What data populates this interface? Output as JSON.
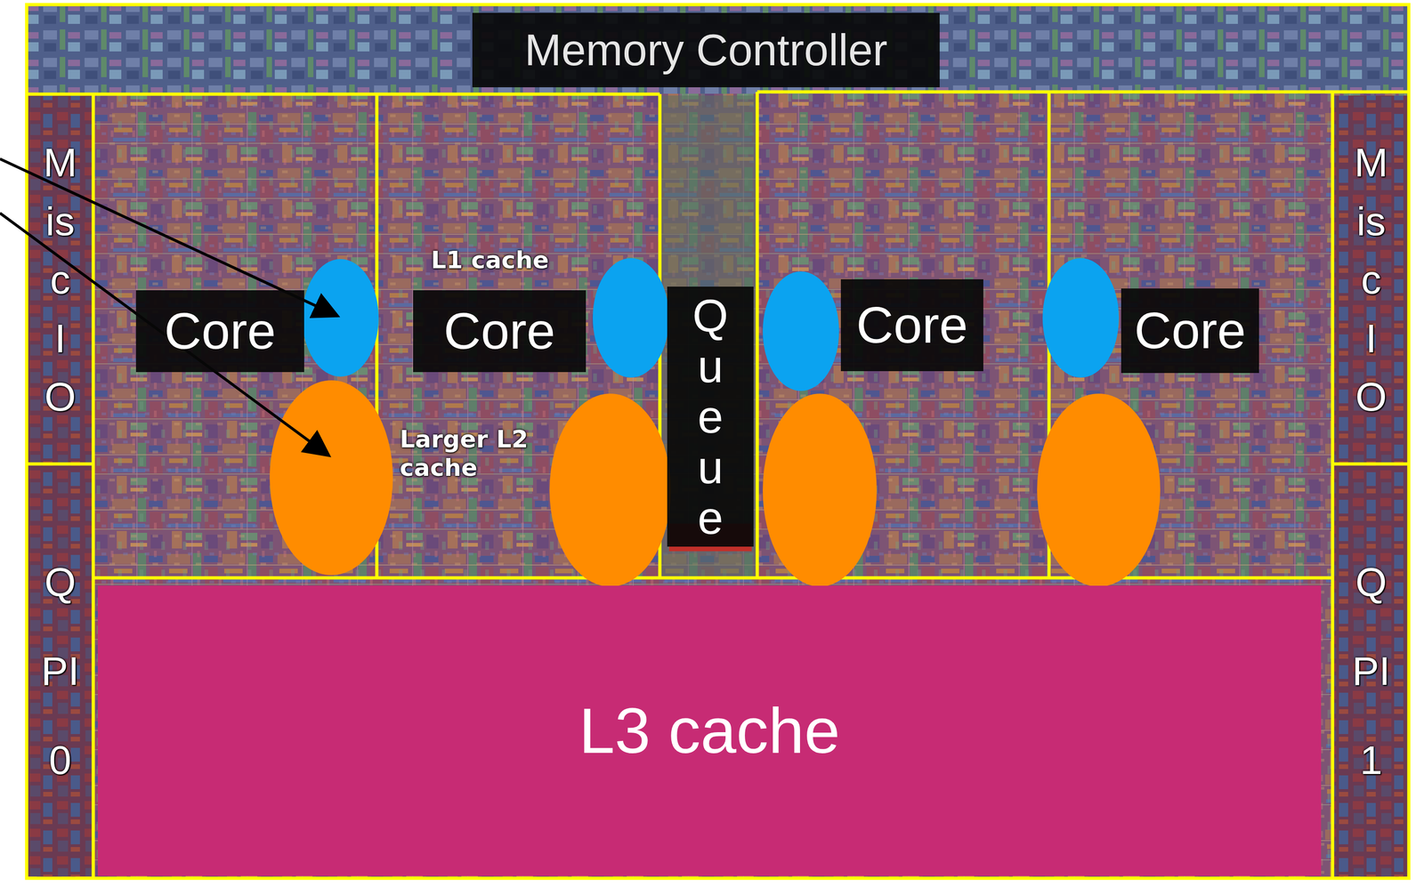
{
  "diagram": {
    "nodes": [
      {
        "text": [
          "Memory Controller"
        ]
      },
      {
        "text": [
          "Misc IO"
        ]
      },
      {
        "text": [
          "Core"
        ]
      },
      {
        "text": [
          "Core"
        ]
      },
      {
        "text": [
          "Queue"
        ]
      },
      {
        "text": [
          "Core"
        ]
      },
      {
        "text": [
          "Core"
        ]
      },
      {
        "text": [
          "Misc IO"
        ]
      },
      {
        "text": [
          "QPI 0"
        ]
      },
      {
        "text": [
          "L3 cache"
        ]
      },
      {
        "text": [
          "QPI 1"
        ]
      }
    ],
    "labels": [
      "L1 cache",
      "Larger L2 cache"
    ]
  }
}
